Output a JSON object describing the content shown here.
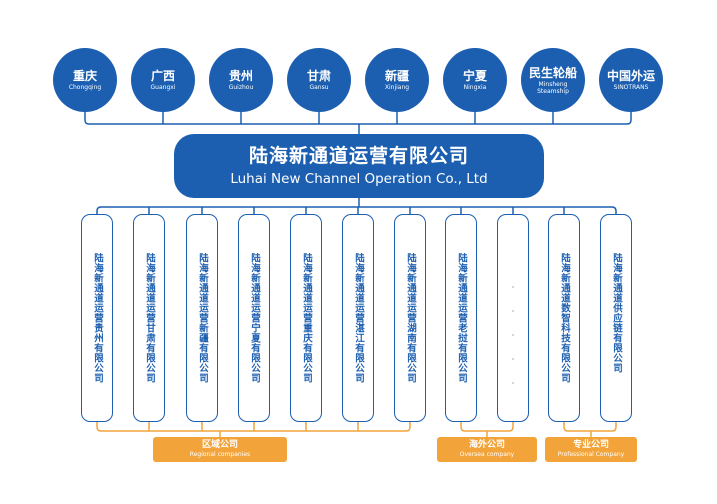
{
  "shareholders": [
    {
      "zh": "重庆",
      "en": "Chongqing"
    },
    {
      "zh": "广西",
      "en": "Guangxi"
    },
    {
      "zh": "贵州",
      "en": "Guizhou"
    },
    {
      "zh": "甘肃",
      "en": "Gansu"
    },
    {
      "zh": "新疆",
      "en": "Xinjiang"
    },
    {
      "zh": "宁夏",
      "en": "Ningxia"
    },
    {
      "zh": "民生轮船",
      "en": "Minsheng Steamship"
    },
    {
      "zh": "中国外运",
      "en": "SINOTRANS"
    }
  ],
  "company": {
    "name_zh": "陆海新通道运营有限公司",
    "name_en": "Luhai New Channel Operation Co., Ltd"
  },
  "subsidiaries": [
    "陆海新通道运营贵州有限公司",
    "陆海新通道运营甘肃有限公司",
    "陆海新通道运营新疆有限公司",
    "陆海新通道运营宁夏有限公司",
    "陆海新通道运营重庆有限公司",
    "陆海新通道运营湛江有限公司",
    "陆海新通道运营湖南有限公司",
    "陆海新通道运营老挝有限公司",
    "· · · · ·",
    "陆海新通道数智科技有限公司",
    "陆海新通道供应链有限公司"
  ],
  "categories": [
    {
      "zh": "区域公司",
      "en": "Regional companies"
    },
    {
      "zh": "海外公司",
      "en": "Oversea company"
    },
    {
      "zh": "专业公司",
      "en": "Professional Company"
    }
  ],
  "colors": {
    "primary": "#1c5fb0",
    "accent": "#f2a33a",
    "background": "#ffffff"
  }
}
